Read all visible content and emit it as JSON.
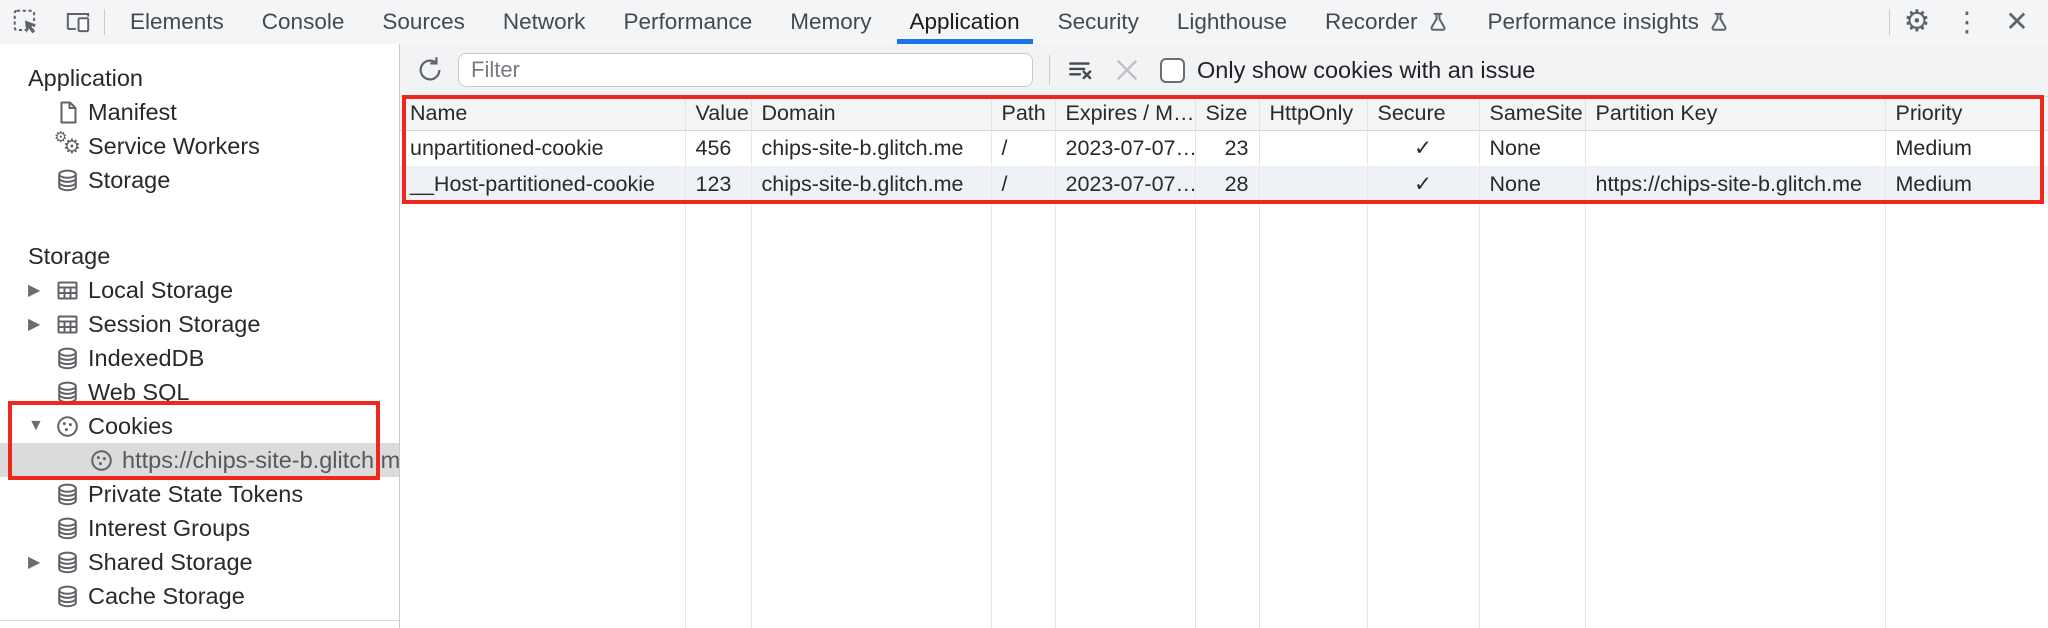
{
  "tabs": {
    "items": [
      {
        "label": "Elements"
      },
      {
        "label": "Console"
      },
      {
        "label": "Sources"
      },
      {
        "label": "Network"
      },
      {
        "label": "Performance"
      },
      {
        "label": "Memory"
      },
      {
        "label": "Application",
        "active": true
      },
      {
        "label": "Security"
      },
      {
        "label": "Lighthouse"
      },
      {
        "label": "Recorder",
        "experimental": true
      },
      {
        "label": "Performance insights",
        "experimental": true
      }
    ]
  },
  "sidebar": {
    "sections": [
      {
        "title": "Application",
        "items": [
          {
            "label": "Manifest",
            "icon": "file-icon"
          },
          {
            "label": "Service Workers",
            "icon": "service-worker-gears-icon"
          },
          {
            "label": "Storage",
            "icon": "database-icon"
          }
        ]
      },
      {
        "title": "Storage",
        "items": [
          {
            "label": "Local Storage",
            "icon": "table-icon",
            "expander": "collapsed"
          },
          {
            "label": "Session Storage",
            "icon": "table-icon",
            "expander": "collapsed"
          },
          {
            "label": "IndexedDB",
            "icon": "database-icon"
          },
          {
            "label": "Web SQL",
            "icon": "database-icon"
          },
          {
            "label": "Cookies",
            "icon": "cookie-icon",
            "expander": "expanded"
          },
          {
            "label": "https://chips-site-b.glitch.me",
            "icon": "cookie-icon",
            "child": true,
            "selected": true
          },
          {
            "label": "Private State Tokens",
            "icon": "database-icon"
          },
          {
            "label": "Interest Groups",
            "icon": "database-icon"
          },
          {
            "label": "Shared Storage",
            "icon": "database-icon",
            "expander": "collapsed"
          },
          {
            "label": "Cache Storage",
            "icon": "database-icon"
          }
        ]
      }
    ]
  },
  "toolbar": {
    "filter_placeholder": "Filter",
    "checkbox_label": "Only show cookies with an issue",
    "checkbox_checked": false
  },
  "cookie_table": {
    "columns": [
      "Name",
      "Value",
      "Domain",
      "Path",
      "Expires / M…",
      "Size",
      "HttpOnly",
      "Secure",
      "SameSite",
      "Partition Key",
      "Priority"
    ],
    "rows": [
      {
        "name": "unpartitioned-cookie",
        "value": "456",
        "domain": "chips-site-b.glitch.me",
        "path": "/",
        "expires": "2023-07-07…",
        "size": "23",
        "http_only": "",
        "secure": "✓",
        "same_site": "None",
        "partition_key": "",
        "priority": "Medium"
      },
      {
        "name": "__Host-partitioned-cookie",
        "value": "123",
        "domain": "chips-site-b.glitch.me",
        "path": "/",
        "expires": "2023-07-07…",
        "size": "28",
        "http_only": "",
        "secure": "✓",
        "same_site": "None",
        "partition_key": "https://chips-site-b.glitch.me",
        "priority": "Medium"
      }
    ]
  },
  "icons": {
    "inspect-icon": "dashed square with cursor arrow",
    "device-toolbar-icon": "desktop with phone",
    "flask-icon": "experiment beaker",
    "gear-icon": "⚙",
    "kebab-menu-icon": "⋮",
    "close-icon": "✕",
    "refresh-icon": "↻",
    "clear-all-icon": "≡ₓ",
    "delete-icon": "✕",
    "expander-collapsed": "▶",
    "expander-expanded": "▼"
  },
  "colors": {
    "accent_blue": "#1a73e8",
    "annotation_red": "#f2271c",
    "toolbar_bg": "#f2f3f4",
    "selected_row_bg": "#dbdbdb",
    "stripe_row_bg": "#eef2f7"
  }
}
